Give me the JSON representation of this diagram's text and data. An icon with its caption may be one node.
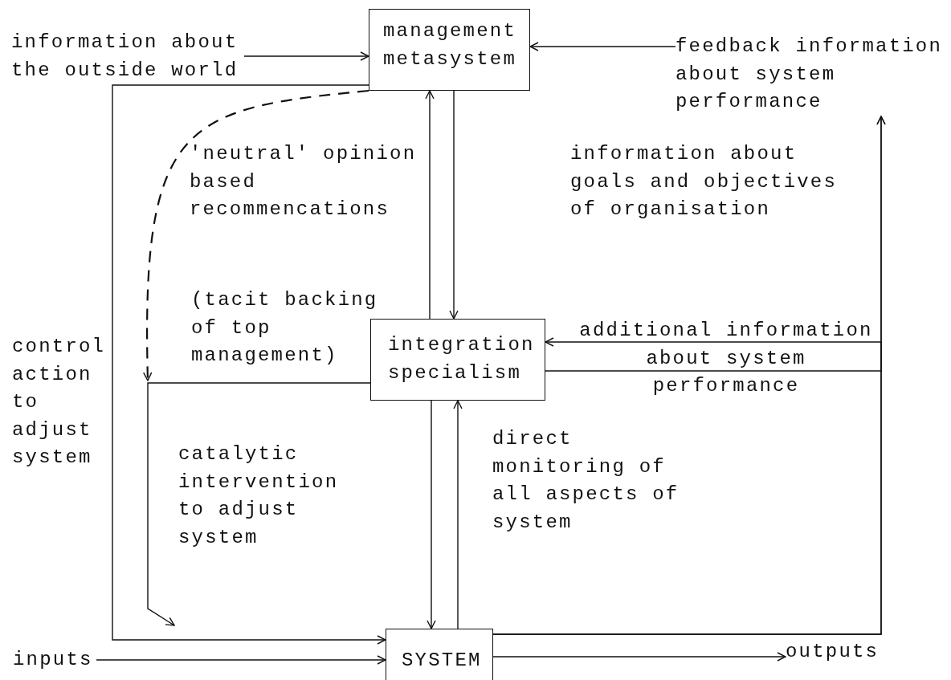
{
  "diagram": {
    "nodes": [
      {
        "text": [
          "information about the outside world"
        ]
      },
      {
        "text": [
          "management metasystem"
        ]
      },
      {
        "text": [
          "feedback information about system performance"
        ]
      },
      {
        "text": [
          "integration specialism"
        ]
      },
      {
        "text": [
          "SYSTEM"
        ]
      },
      {
        "text": [
          "inputs"
        ]
      },
      {
        "text": [
          "outputs"
        ]
      }
    ],
    "edges": [
      {
        "from": 0,
        "to": 1,
        "arrow": "to"
      },
      {
        "from": 2,
        "to": 1,
        "arrow": "to"
      },
      {
        "from": 1,
        "to": 4,
        "arrow": "to"
      },
      {
        "from": 1,
        "to": null,
        "arrow": "to",
        "style": "dashed"
      },
      {
        "from": 3,
        "to": null,
        "arrow": "to"
      },
      {
        "from": 3,
        "to": 1,
        "arrow": "to"
      },
      {
        "from": 1,
        "to": 3,
        "arrow": "to"
      },
      {
        "from": 3,
        "to": 4,
        "arrow": "to"
      },
      {
        "from": 4,
        "to": 3,
        "arrow": "to"
      },
      {
        "from": 4,
        "to": 3,
        "arrow": "to"
      },
      {
        "from": 3,
        "to": 2,
        "arrow": "to"
      },
      {
        "from": 4,
        "to": 2,
        "arrow": "to"
      },
      {
        "from": 5,
        "to": 4,
        "arrow": "to"
      },
      {
        "from": 4,
        "to": 6,
        "arrow": "to"
      }
    ],
    "labels": [
      "'neutral' opinion based recommencations",
      "information about goals and objectives of organisation",
      "(tacit backing of top management)",
      "control action to adjust system",
      "catalytic intervention to adjust system",
      "direct monitoring of all aspects of system",
      "additional information about system performance"
    ]
  }
}
